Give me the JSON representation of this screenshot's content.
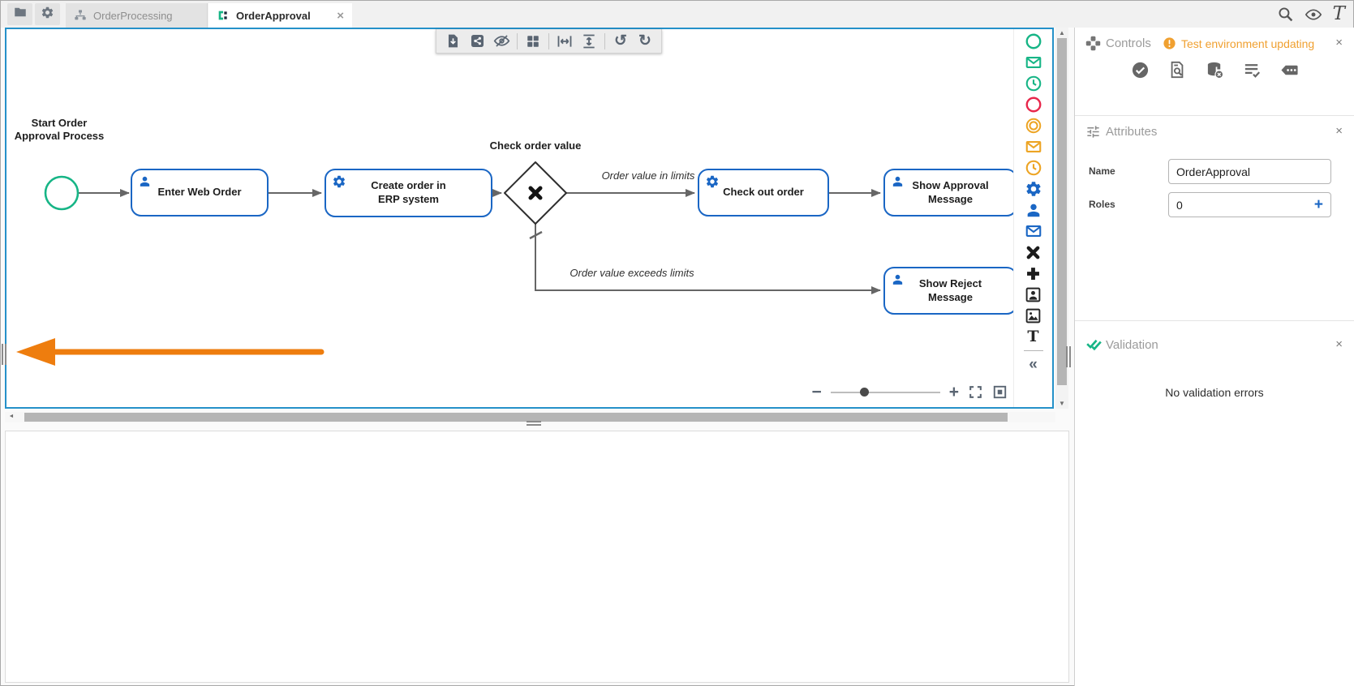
{
  "topbar": {
    "tabs": [
      {
        "label": "OrderProcessing",
        "active": false
      },
      {
        "label": "OrderApproval",
        "active": true
      }
    ]
  },
  "glyphs": {
    "close": "×",
    "undo": "↺",
    "redo": "↻",
    "minus": "−",
    "plus": "+",
    "collapse": "«",
    "scroll_up": "▲",
    "scroll_down": "▼",
    "scroll_left": "◄",
    "text_tool": "T",
    "logo": "T"
  },
  "canvas": {
    "diagram": {
      "start_label": "Start Order\nApproval Process",
      "gateway_label": "Check order value",
      "tasks": [
        {
          "label": "Enter Web Order",
          "icon": "user"
        },
        {
          "label": "Create order in\nERP system",
          "icon": "gear"
        },
        {
          "label": "Check out order",
          "icon": "gear"
        },
        {
          "label": "Show Approval\nMessage",
          "icon": "user"
        },
        {
          "label": "Show Reject\nMessage",
          "icon": "user"
        }
      ],
      "edge_labels": {
        "in_limits": "Order value in limits",
        "exceeds_limits": "Order value exceeds limits"
      }
    },
    "toolbar_items": [
      "export",
      "share",
      "hide",
      "grid",
      "fit-width",
      "fit-height",
      "undo",
      "redo"
    ]
  },
  "palette": {
    "items": [
      "start-event",
      "message-start-event",
      "timer-start-event",
      "end-event",
      "intermediate-event",
      "message-intermediate-event",
      "timer-intermediate-event",
      "service-task",
      "user-task",
      "send-task",
      "exclusive-gateway",
      "parallel-gateway",
      "portrait-annotation",
      "image-annotation",
      "text-annotation",
      "collapse-palette"
    ]
  },
  "controls_panel": {
    "title": "Controls",
    "warning": "Test environment updating",
    "buttons": [
      "validate",
      "preview",
      "clear-database",
      "log",
      "console"
    ]
  },
  "attributes_panel": {
    "title": "Attributes",
    "name_label": "Name",
    "name_value": "OrderApproval",
    "roles_label": "Roles",
    "roles_value": "0",
    "add_role": "+"
  },
  "validation_panel": {
    "title": "Validation",
    "message": "No validation errors"
  },
  "colors": {
    "accent_blue": "#1a66c4",
    "canvas_border": "#2591c9",
    "green": "#17b586",
    "red": "#e8274b",
    "amber": "#eda423",
    "orange_arrow": "#ee7d0e",
    "warning_orange": "#f0a030"
  }
}
